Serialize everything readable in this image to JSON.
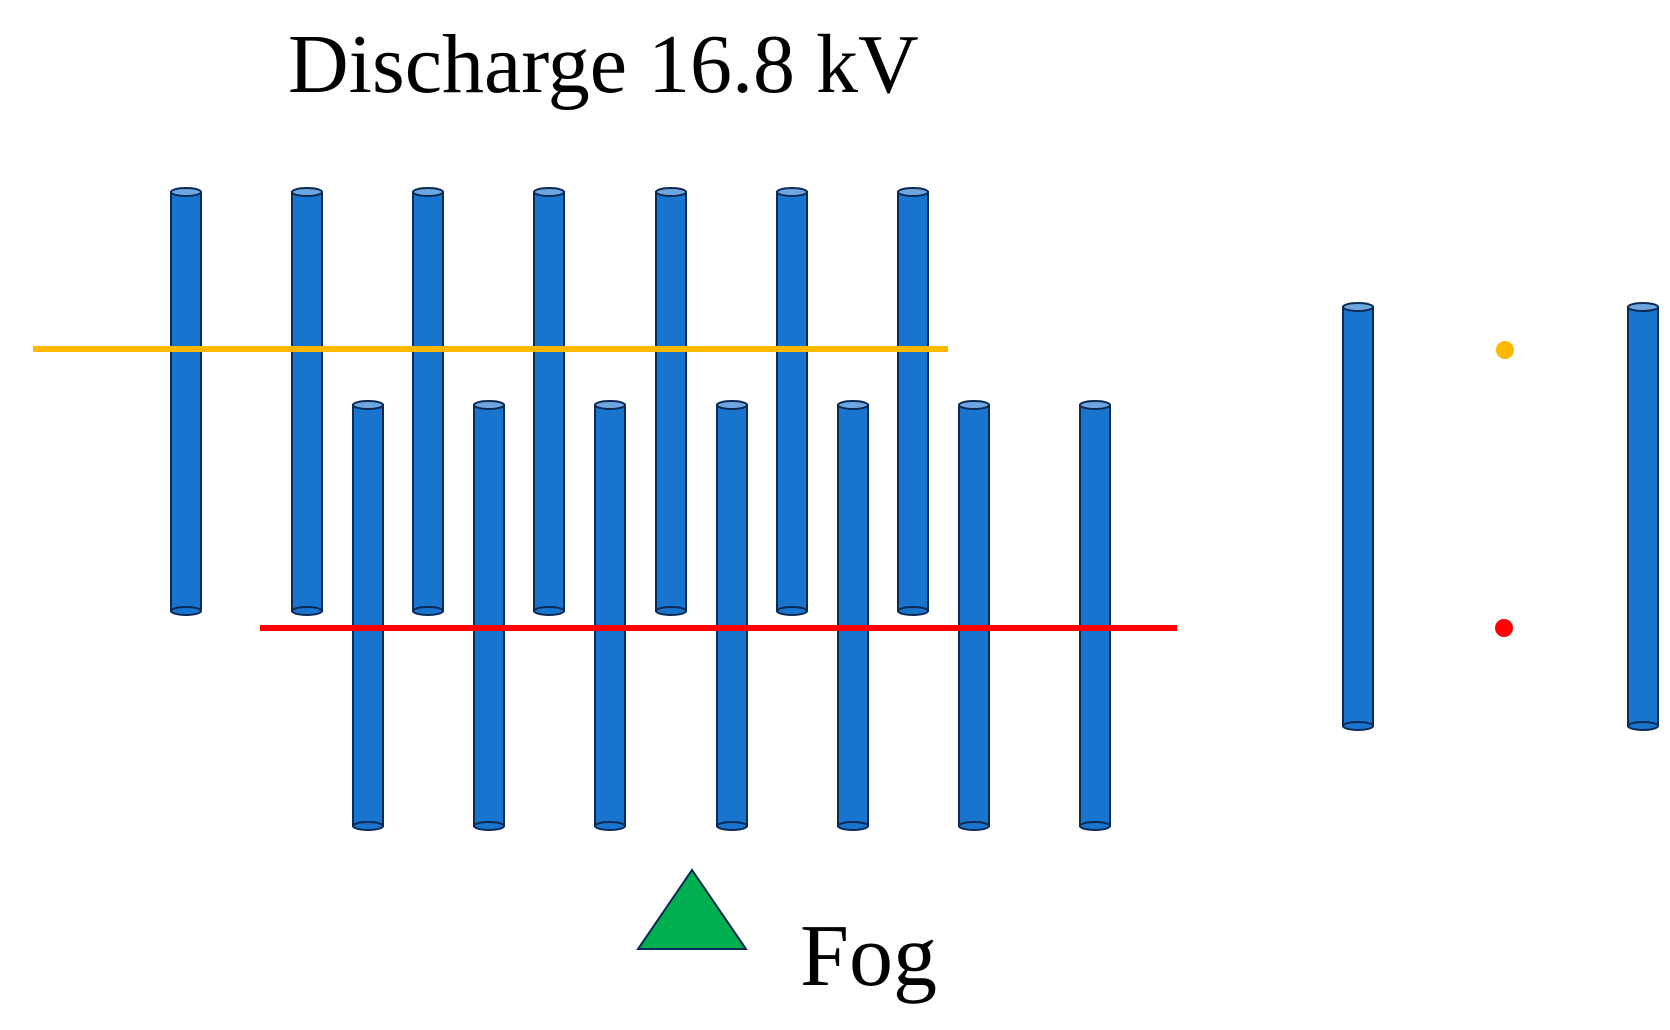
{
  "title": "Discharge 16.8 kV",
  "fog_label": "Fog",
  "colors": {
    "rod_fill": "#1874CD",
    "rod_cap": "#6FA6E0",
    "rod_stroke": "#0B2A55",
    "upper_line": "#FFB800",
    "lower_line": "#FF0000",
    "fog_marker": "#00B050",
    "fog_marker_stroke": "#0B2A55",
    "text": "#000000"
  },
  "diagram": {
    "upper_row_rod_count": 7,
    "lower_row_rod_count": 7,
    "side_rod_count": 2,
    "marker_dot_count": 2
  }
}
